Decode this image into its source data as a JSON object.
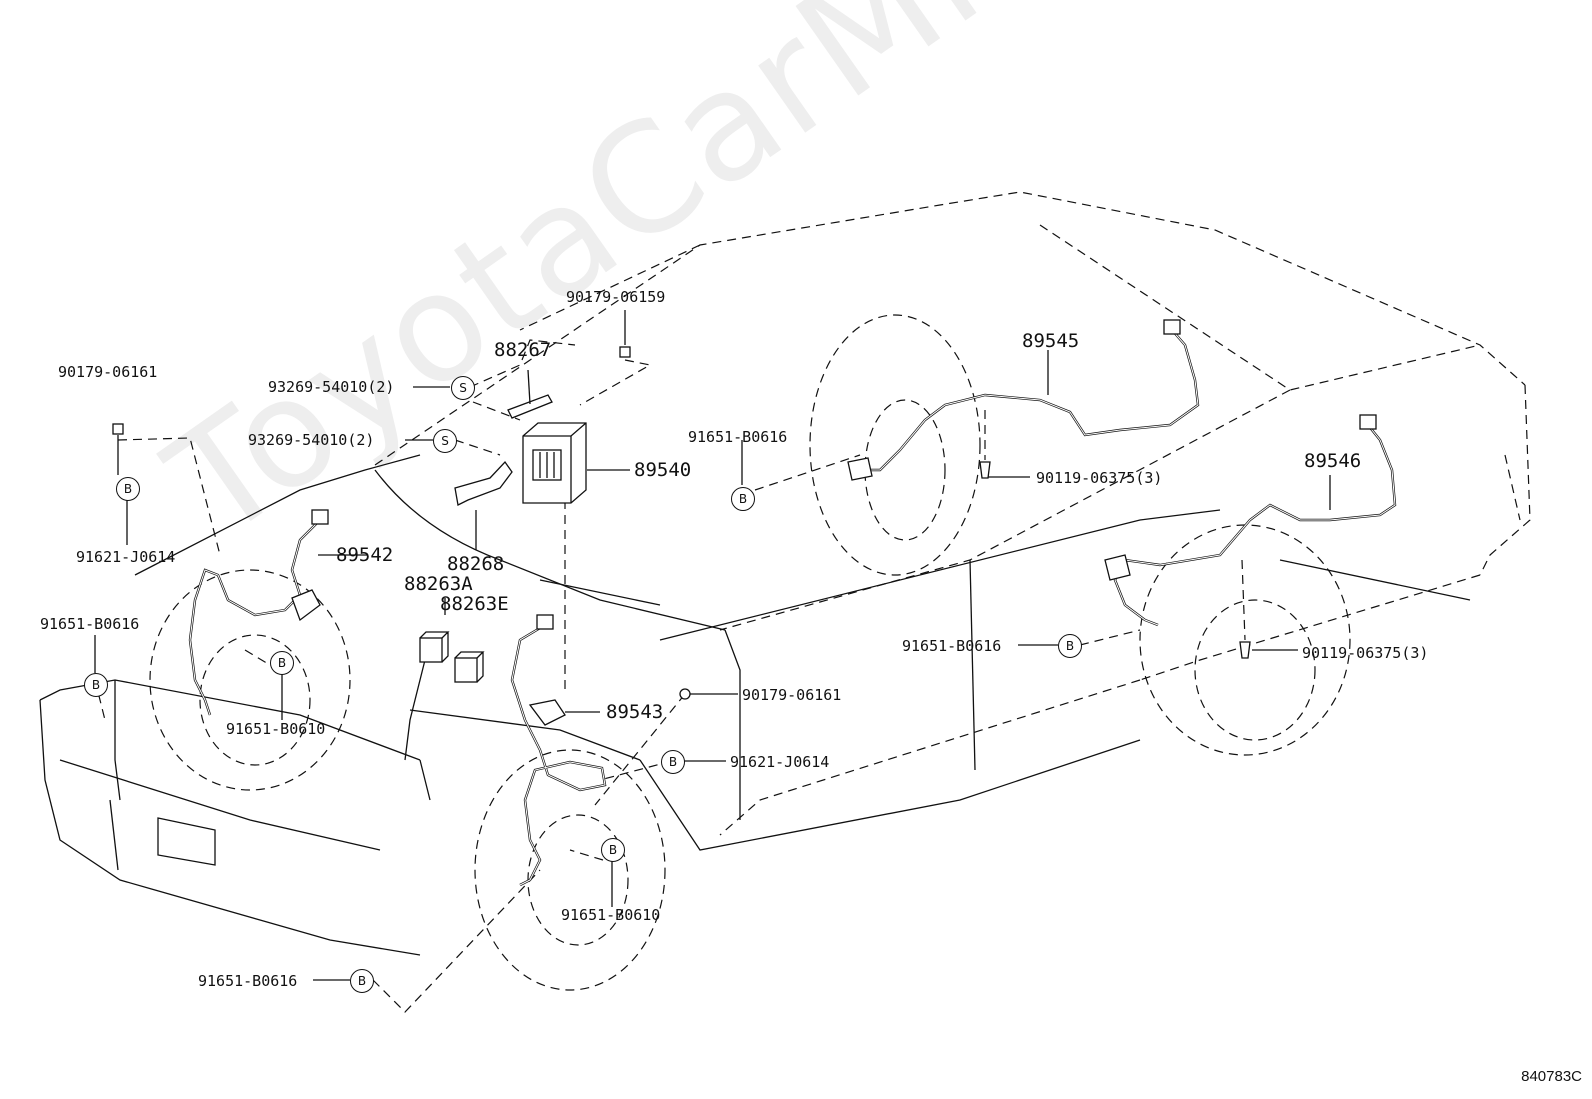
{
  "watermark": "ToyotaCarMine.ru",
  "diagram_code": "840783C",
  "symbols": {
    "b": "B",
    "s": "S"
  },
  "labels": {
    "p90179_06159": "90179-06159",
    "p88267": "88267",
    "p93269_a": "93269-54010(2)",
    "p93269_b": "93269-54010(2)",
    "p90179_06161_left": "90179-06161",
    "p89540": "89540",
    "p91621_left": "91621-J0614",
    "p89542": "89542",
    "p88268": "88268",
    "p88263a": "88263A",
    "p88263e": "88263E",
    "p91651_b0616_left": "91651-B0616",
    "p91651_b0610_left": "91651-B0610",
    "p89543": "89543",
    "p90179_06161_mid": "90179-06161",
    "p91621_mid": "91621-J0614",
    "p91651_b0610_front": "91651-B0610",
    "p91651_b0616_bottom": "91651-B0616",
    "p91651_b0616_mid": "91651-B0616",
    "p89545": "89545",
    "p90119_06375_a": "90119-06375(3)",
    "p89546": "89546",
    "p91651_b0616_right": "91651-B0616",
    "p90119_06375_b": "90119-06375(3)"
  }
}
